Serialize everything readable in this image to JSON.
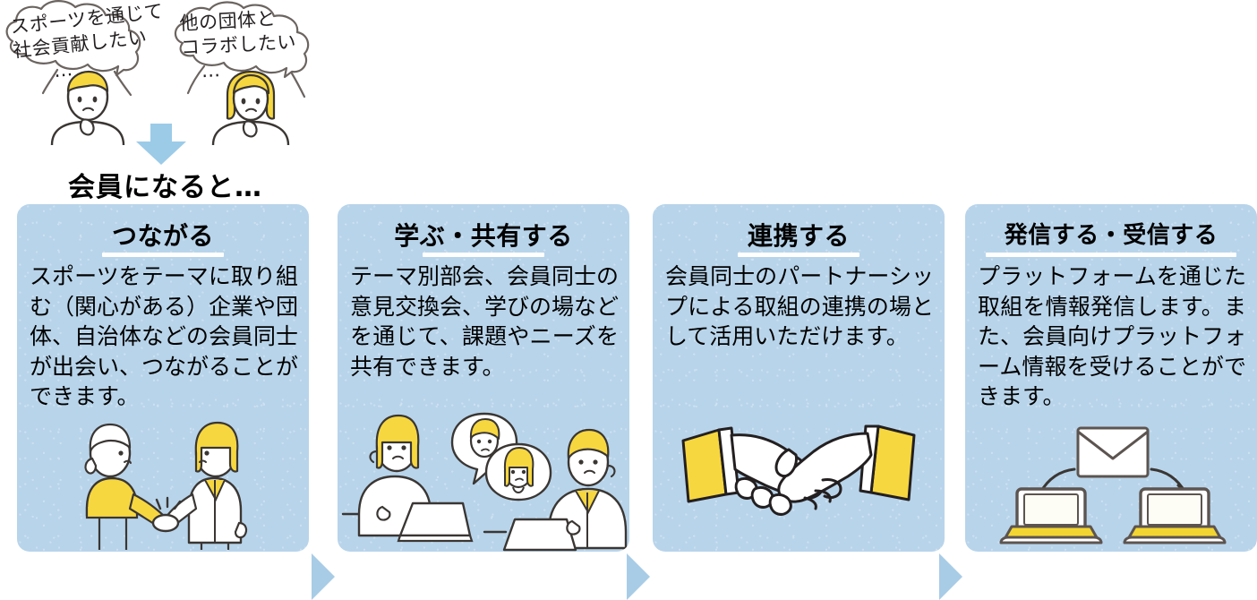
{
  "top": {
    "thought_1": "スポーツを通じて\n社会貢献したい\n　　…",
    "thought_2": "他の団体と\nコラボしたい\n　…",
    "member_label": "会員になると…",
    "person_left_name": "thinking-person-male",
    "person_right_name": "thinking-person-female",
    "down_arrow_name": "down-arrow",
    "arrow_color": "#9ccbe8"
  },
  "cards": [
    {
      "title": "つながる",
      "body": "スポーツをテーマに取り組む（関心がある）企業や団体、自治体などの会員同士が出会い、つながることができます。",
      "illustration": "handshake-two-people-icon"
    },
    {
      "title": "学ぶ・共有する",
      "body": "テーマ別部会、会員同士の意見交換会、学びの場などを通じて、課題やニーズを共有できます。",
      "illustration": "online-meeting-icon"
    },
    {
      "title": "連携する",
      "body": "会員同士のパートナーシップによる取組の連携の場として活用いただけます。",
      "illustration": "handshake-icon"
    },
    {
      "title": "発信する・受信する",
      "body": "プラットフォームを通じた取組を情報発信します。また、会員向けプラットフォーム情報を受けることができます。",
      "illustration": "laptops-email-icon"
    }
  ],
  "connectors": [
    {
      "name": "connector-arrow-1"
    },
    {
      "name": "connector-arrow-2"
    },
    {
      "name": "connector-arrow-3"
    }
  ],
  "colors": {
    "card_background": "#b8d4ea",
    "accent_yellow": "#f7d73f",
    "arrow_blue": "#a8cce6",
    "outline": "#3a3633",
    "underline": "#ffffff"
  }
}
